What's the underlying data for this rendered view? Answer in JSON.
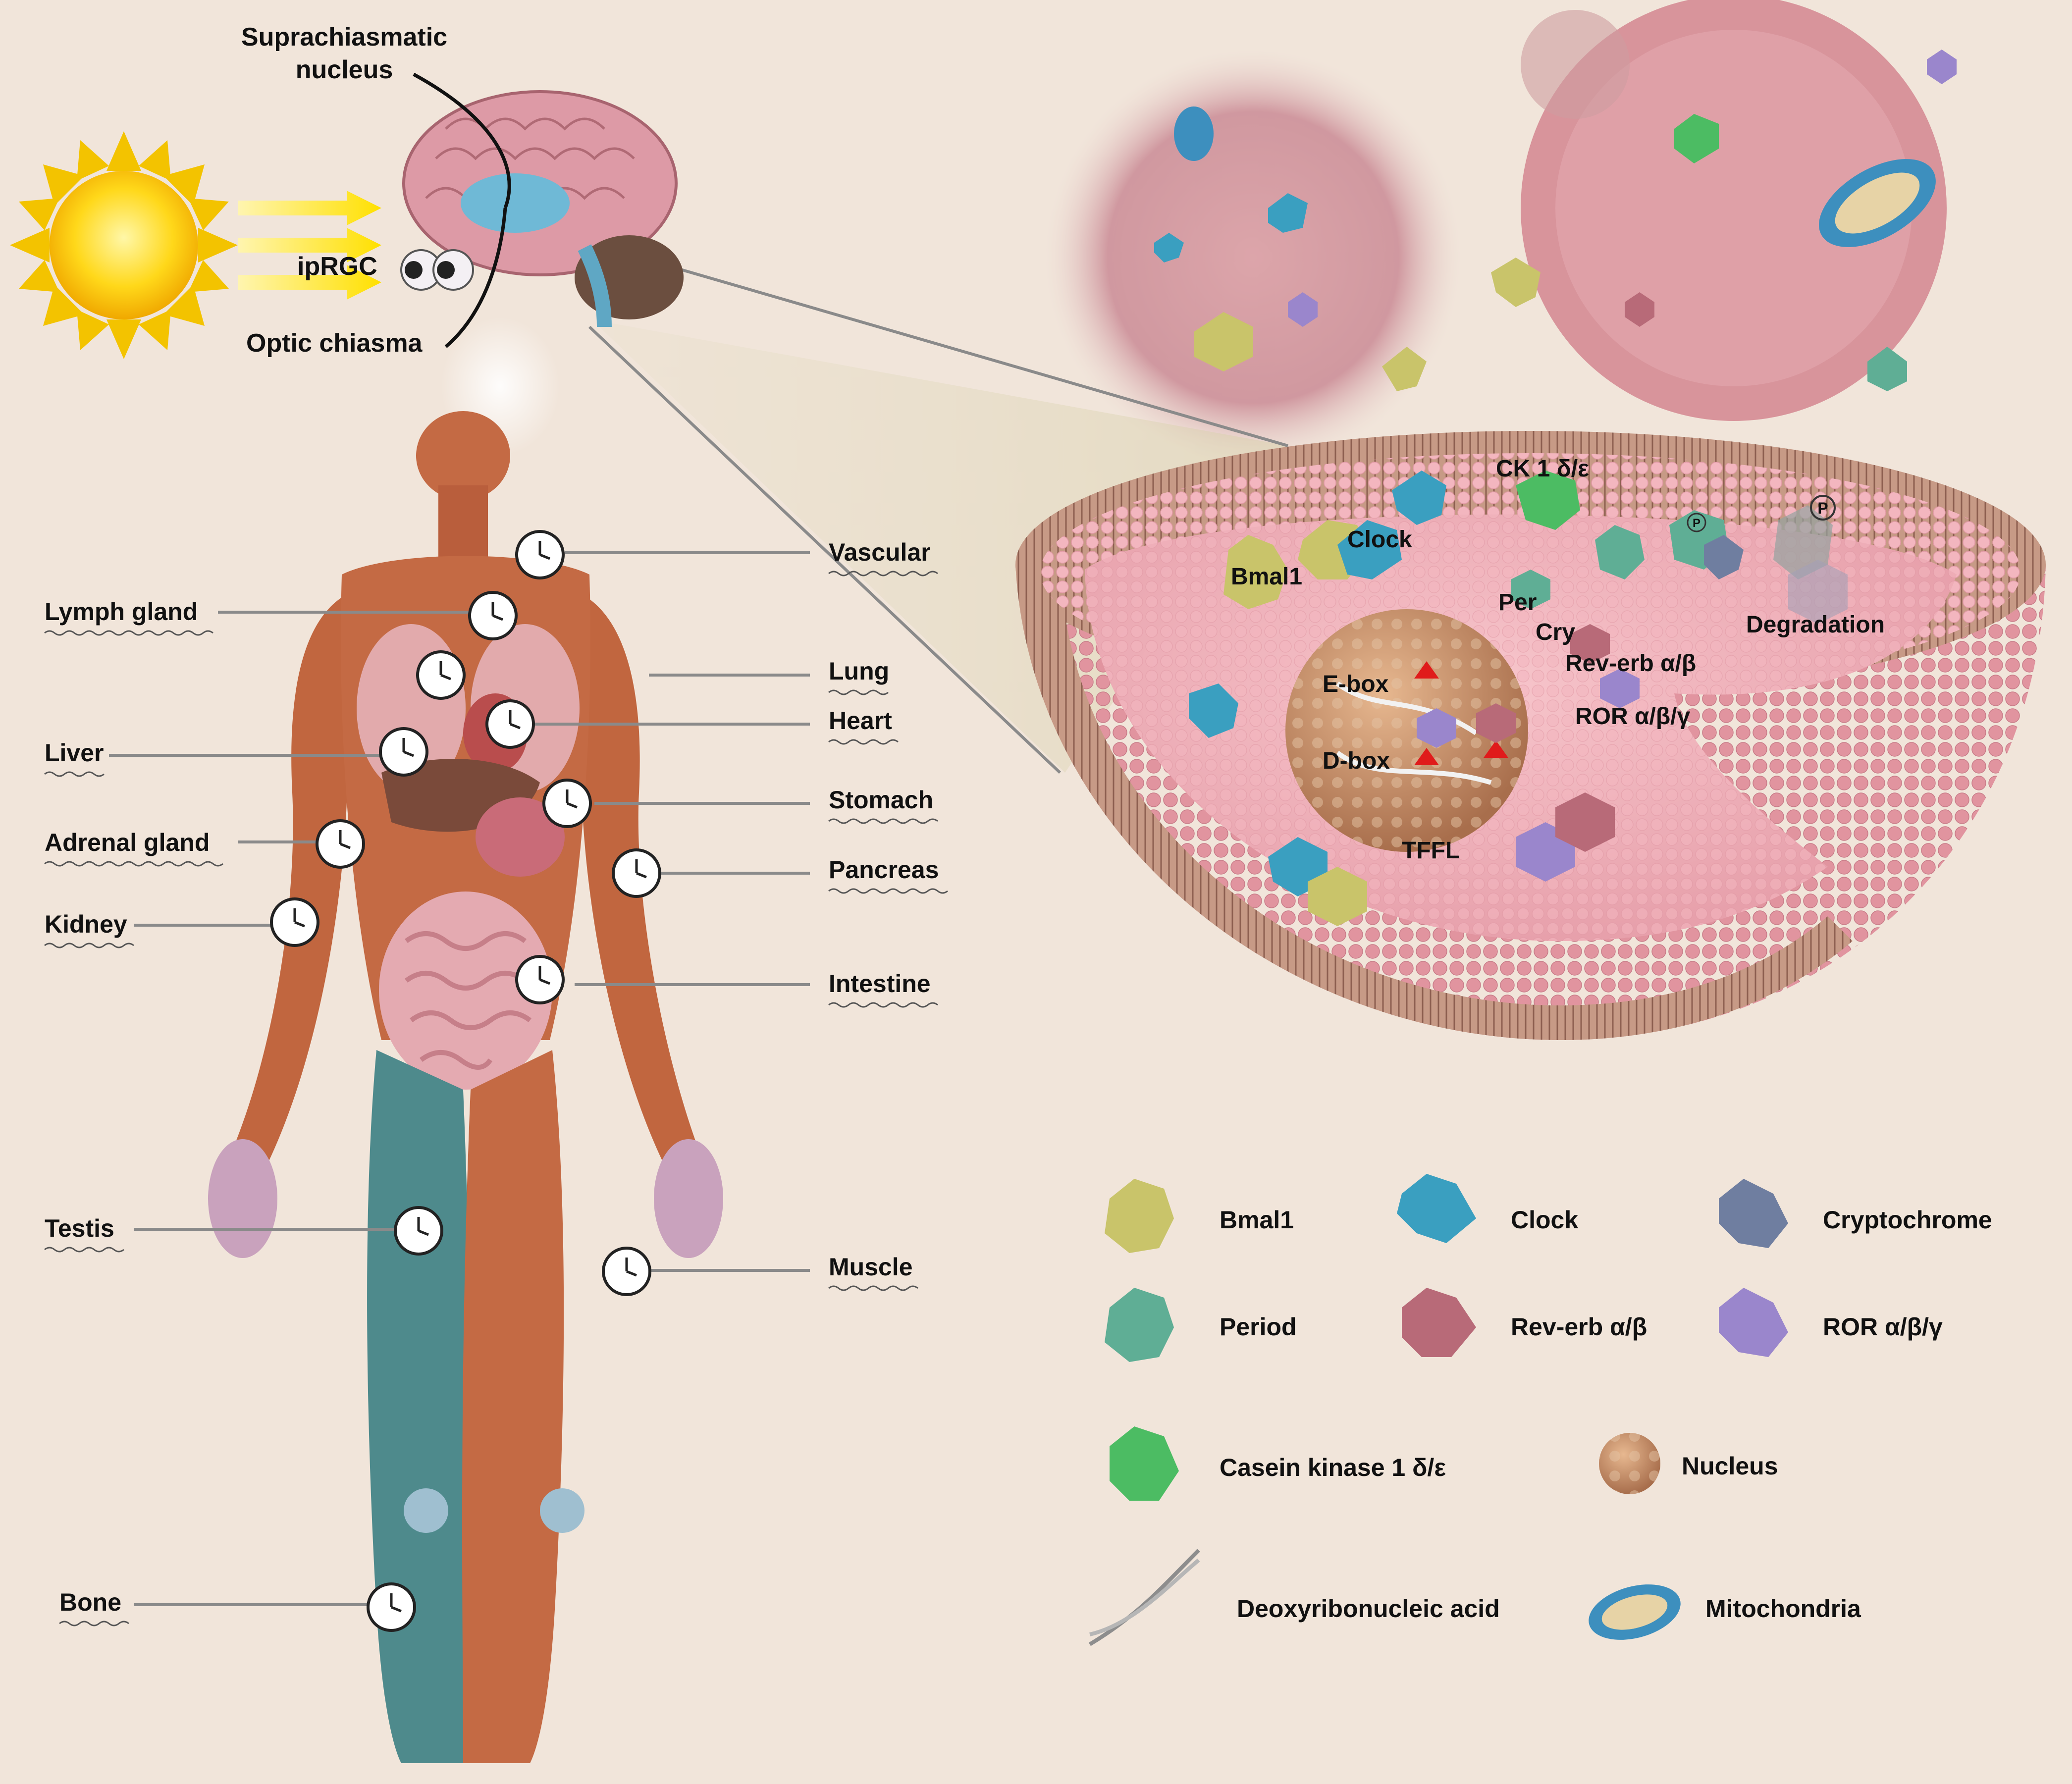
{
  "brain_labels": {
    "scn": [
      "Suprachiasmatic",
      "nucleus"
    ],
    "iprgc": "ipRGC",
    "optic_chiasma": "Optic chiasma"
  },
  "organs_left": [
    {
      "label": "Lymph gland"
    },
    {
      "label": "Liver"
    },
    {
      "label": "Adrenal gland"
    },
    {
      "label": "Kidney"
    },
    {
      "label": "Testis"
    },
    {
      "label": "Bone"
    }
  ],
  "organs_right": [
    {
      "label": "Vascular"
    },
    {
      "label": "Lung"
    },
    {
      "label": "Heart"
    },
    {
      "label": "Stomach"
    },
    {
      "label": "Pancreas"
    },
    {
      "label": "Intestine"
    },
    {
      "label": "Muscle"
    }
  ],
  "cell_labels": {
    "ck1": "CK 1 δ/ε",
    "clock": "Clock",
    "bmal1": "Bmal1",
    "per": "Per",
    "cry": "Cry",
    "reverb": "Rev-erb α/β",
    "ror": "ROR α/β/γ",
    "ebox": "E-box",
    "dbox": "D-box",
    "tffl": "TFFL",
    "degradation": "Degradation",
    "phospho": "P"
  },
  "legend": [
    {
      "name": "bmal1-protein-icon",
      "label": "Bmal1",
      "color": "#c9c46a"
    },
    {
      "name": "clock-protein-icon",
      "label": "Clock",
      "color": "#3a9fc0"
    },
    {
      "name": "cryptochrome-protein-icon",
      "label": "Cryptochrome",
      "color": "#6f7ea0"
    },
    {
      "name": "period-protein-icon",
      "label": "Period",
      "color": "#5fae95"
    },
    {
      "name": "rev-erb-protein-icon",
      "label": "Rev-erb α/β",
      "color": "#b86a78"
    },
    {
      "name": "ror-protein-icon",
      "label": "ROR α/β/γ",
      "color": "#9a86cc"
    },
    {
      "name": "casein-kinase-protein-icon",
      "label": "Casein kinase 1 δ/ε",
      "color": "#4cbc63"
    },
    {
      "name": "nucleus-icon",
      "label": "Nucleus",
      "color": "#c8916a"
    },
    {
      "name": "dna-icon",
      "label": "Deoxyribonucleic acid",
      "color": "#9a9a9a"
    },
    {
      "name": "mitochondria-icon",
      "label": "Mitochondria",
      "color": "#3d8fbe"
    }
  ]
}
